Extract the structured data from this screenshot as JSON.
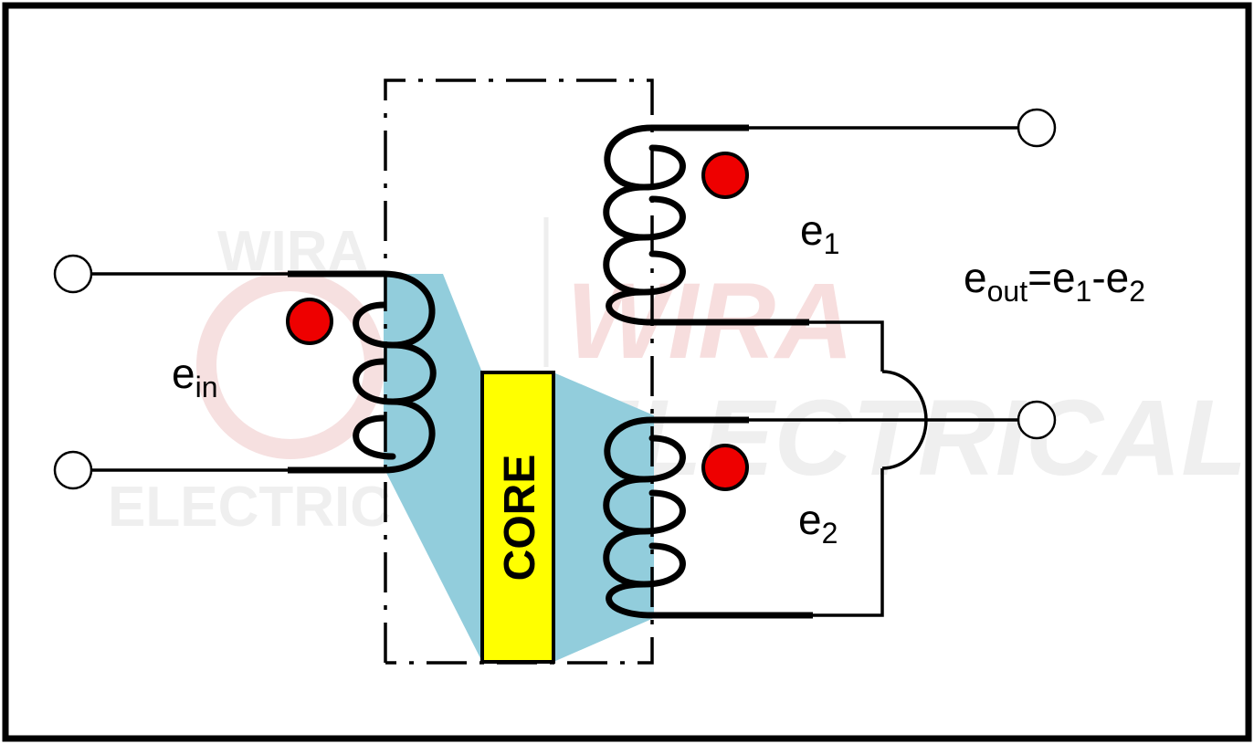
{
  "watermark": {
    "left_top": "WIRA",
    "left_bottom": "ELECTRIC",
    "right_top": "WIRA",
    "right_bottom": "ELECTRICAL"
  },
  "core": {
    "label": "CORE",
    "fill_color": "#ffff00",
    "flux_color": "#92cddc"
  },
  "labels": {
    "e_in": {
      "base": "e",
      "sub": "in"
    },
    "e_1": {
      "base": "e",
      "sub": "1"
    },
    "e_2": {
      "base": "e",
      "sub": "2"
    },
    "e_out": {
      "base": "e",
      "sub": "out",
      "eq": "=",
      "t1": "e",
      "t1_sub": "1",
      "minus": "-",
      "t2": "e",
      "t2_sub": "2"
    }
  },
  "colors": {
    "frame": "#000000",
    "wire": "#000000",
    "dot": "#ee0000",
    "terminal_fill": "#ffffff",
    "watermark_red": "#f4d8d8",
    "watermark_grey": "#eeeeee"
  }
}
